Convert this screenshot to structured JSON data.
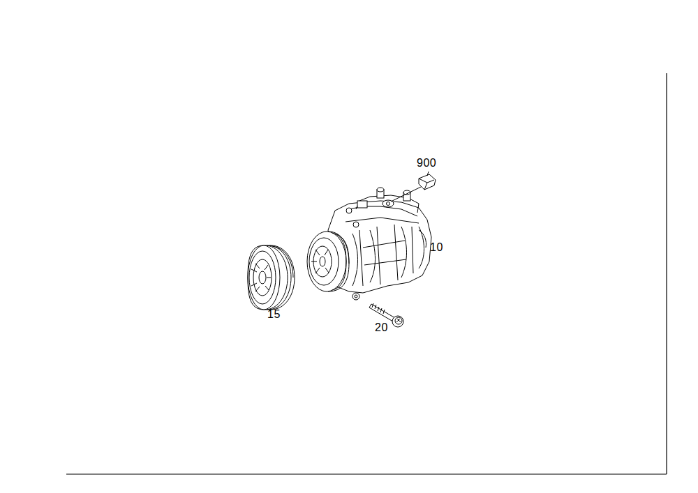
{
  "diagram": {
    "labels": [
      "900",
      "10",
      "15",
      "20"
    ]
  }
}
